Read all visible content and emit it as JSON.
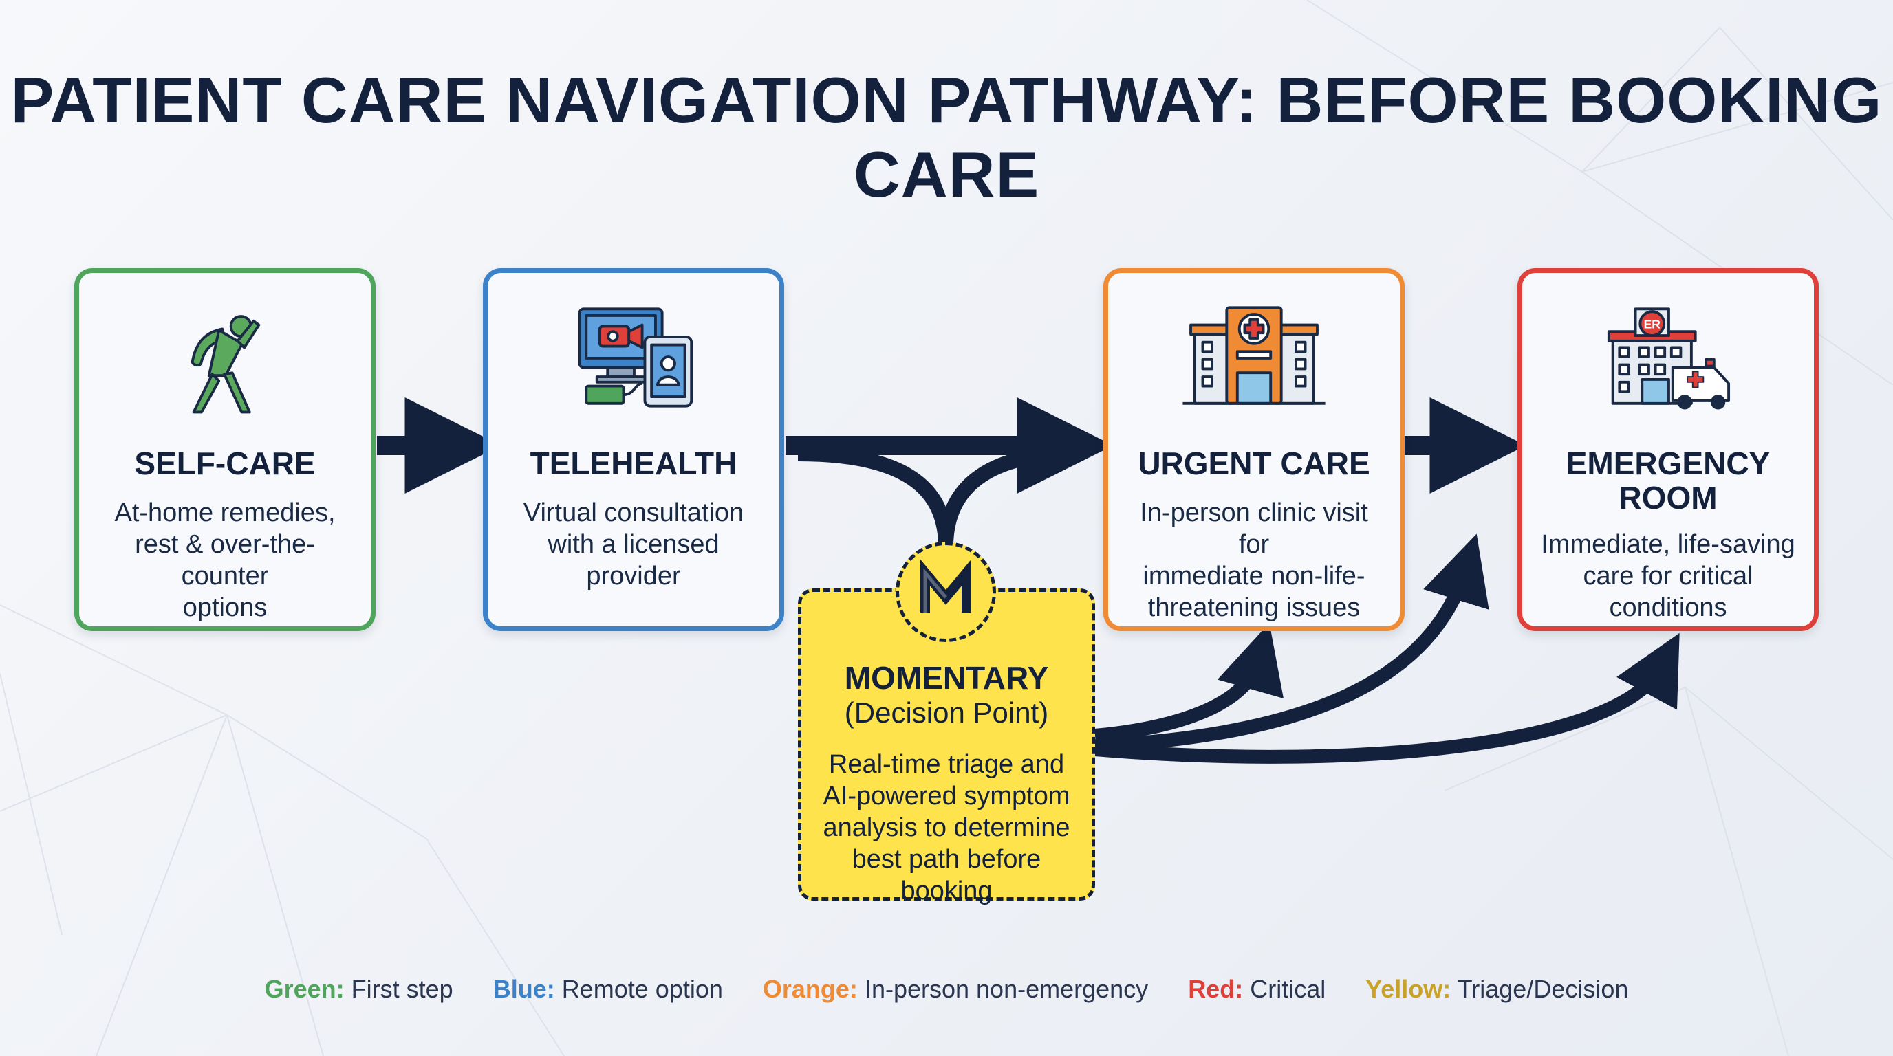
{
  "title": "PATIENT CARE NAVIGATION PATHWAY: BEFORE BOOKING CARE",
  "colors": {
    "green": "#4ea55b",
    "blue": "#3b82c8",
    "orange": "#ef8a35",
    "red": "#e0403a",
    "yellow": "#ffe34d",
    "navy": "#14213d",
    "yellow_text": "#c9a227"
  },
  "steps": [
    {
      "name": "SELF-CARE",
      "description": [
        "At-home remedies,",
        "rest & over-the-counter",
        "options"
      ],
      "icon": "stretching-person-icon"
    },
    {
      "name": "TELEHEALTH",
      "description": [
        "Virtual consultation",
        "with a licensed provider"
      ],
      "icon": "video-call-devices-icon"
    },
    {
      "name": "URGENT CARE",
      "description": [
        "In-person clinic visit for",
        "immediate non-life-",
        "threatening issues"
      ],
      "icon": "clinic-building-icon"
    },
    {
      "name": [
        "EMERGENCY",
        "ROOM"
      ],
      "description": [
        "Immediate, life-saving",
        "care for critical conditions"
      ],
      "icon": "er-hospital-ambulance-icon"
    }
  ],
  "decision": {
    "name": "MOMENTARY",
    "subtitle": "(Decision Point)",
    "description": [
      "Real-time triage and",
      "AI-powered symptom",
      "analysis to determine",
      "best path before booking"
    ],
    "badge_letter": "M"
  },
  "legend": [
    {
      "key": "Green:",
      "label": "First step",
      "color": "#4ea55b"
    },
    {
      "key": "Blue:",
      "label": "Remote option",
      "color": "#3b82c8"
    },
    {
      "key": "Orange:",
      "label": "In-person non-emergency",
      "color": "#ef8a35"
    },
    {
      "key": "Red:",
      "label": "Critical",
      "color": "#e0403a"
    },
    {
      "key": "Yellow:",
      "label": "Triage/Decision",
      "color": "#c9a227"
    }
  ]
}
